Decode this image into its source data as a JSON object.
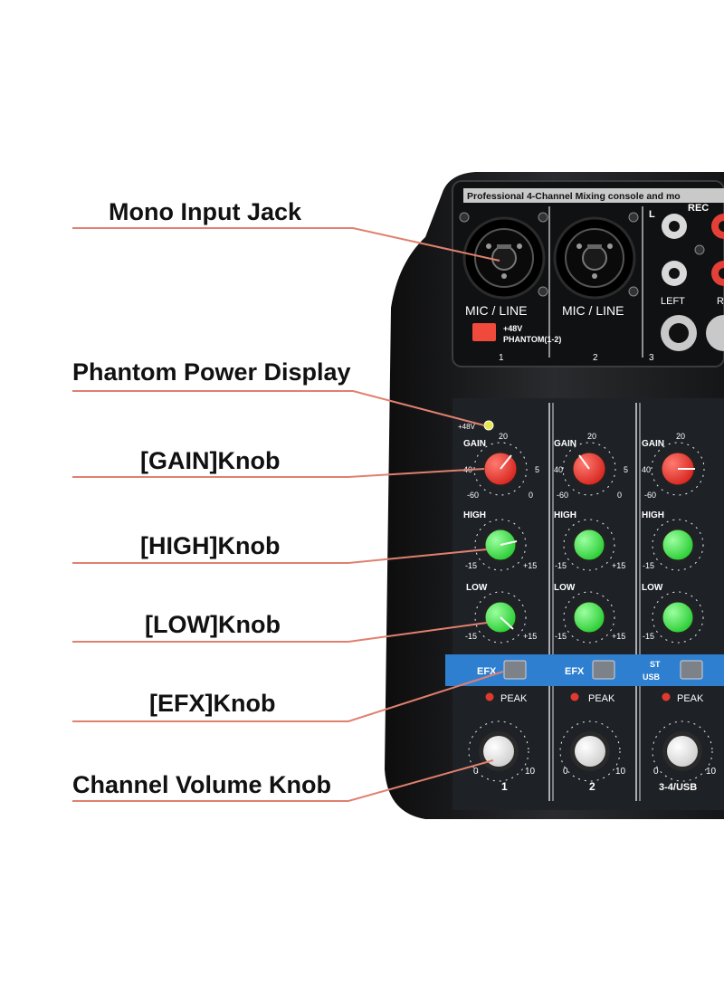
{
  "callouts": [
    {
      "id": "mono-input-jack",
      "label": "Mono Input Jack"
    },
    {
      "id": "phantom-power-display",
      "label": "Phantom Power Display"
    },
    {
      "id": "gain-knob",
      "label": "[GAIN]Knob"
    },
    {
      "id": "high-knob",
      "label": "[HIGH]Knob"
    },
    {
      "id": "low-knob",
      "label": "[LOW]Knob"
    },
    {
      "id": "efx-knob",
      "label": "[EFX]Knob"
    },
    {
      "id": "channel-volume-knob",
      "label": "Channel Volume Knob"
    }
  ],
  "mixer": {
    "header": "Professional 4-Channel Mixing console and mo",
    "rec_label": "REC",
    "l_label": "L",
    "left_label": "LEFT",
    "r_label": "R",
    "mic_line": "MIC / LINE",
    "phantom_button_label": "+48V",
    "phantom_range": "PHANTOM(1-2)",
    "channel_numbers": [
      "1",
      "2",
      "3"
    ],
    "led_label": "+48V",
    "gain": {
      "label": "GAIN",
      "top": "20",
      "left": "40",
      "right": "5",
      "bottom_left": "-60",
      "bottom_right": "0"
    },
    "eq": {
      "high": "HIGH",
      "low": "LOW",
      "min": "-15",
      "max": "+15"
    },
    "efx_label": "EFX",
    "st_label": "ST",
    "usb_label": "USB",
    "peak_label": "PEAK",
    "volume": {
      "min": "0",
      "max": "10"
    },
    "strip_numbers": [
      "1",
      "2",
      "3-4/USB"
    ]
  },
  "colors": {
    "leader": "#e0806f",
    "body": "#1b1b1d",
    "panel": "#22252b",
    "gain_knob": "#ee3b33",
    "eq_knob": "#3ee046",
    "efx_band": "#2f7fd1",
    "phantom_button": "#f04a3c",
    "led": "#e7e64a",
    "peak_led": "#e03a2f"
  }
}
